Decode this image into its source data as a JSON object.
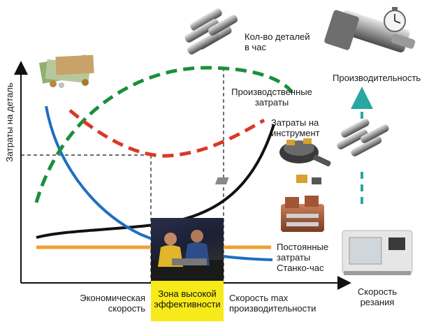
{
  "axes": {
    "y_label": "Затраты на деталь",
    "x_label_line1": "Скорость",
    "x_label_line2": "резания"
  },
  "labels": {
    "parts_per_hour_1": "Кол-во деталей",
    "parts_per_hour_2": "в час",
    "production_costs_1": "Производственные",
    "production_costs_2": "затраты",
    "tool_costs_1": "Затраты на",
    "tool_costs_2": "инструмент",
    "fixed_costs_1": "Постоянные",
    "fixed_costs_2": "затраты",
    "machine_hour": "Станко-час",
    "productivity": "Производительность",
    "economic_speed_1": "Экономическая",
    "economic_speed_2": "скорость",
    "high_eff_zone_1": "Зона высокой",
    "high_eff_zone_2": "эффективности",
    "max_speed_1": "Скорость max",
    "max_speed_2": "производительности"
  },
  "icons": [
    "money-icon",
    "parts-icon",
    "machine-spindle-icon",
    "stopwatch-icon",
    "milling-tool-icon",
    "inserts-icon",
    "fixture-icon",
    "cnc-machine-icon",
    "workers-photo"
  ],
  "colors": {
    "parts_per_hour": "#1a8f3c",
    "production_costs": "#d83a26",
    "tool_costs": "#111111",
    "fixed_costs": "#f0a030",
    "machine_hour": "#1e6fbf",
    "productivity_arrow": "#2aa7a0",
    "zone": "#f7ea1a"
  }
}
